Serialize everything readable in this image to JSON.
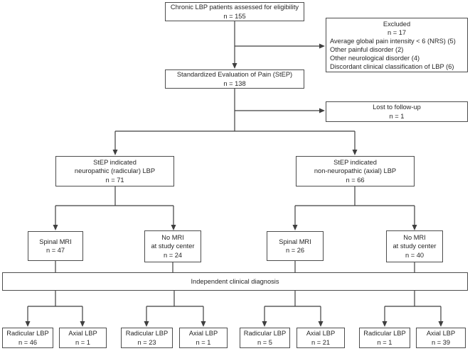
{
  "colors": {
    "line": "#3f3f3f",
    "border": "#4d4d4d",
    "background": "#ffffff",
    "text": "#262626"
  },
  "nodes": {
    "eligibility": {
      "lines": [
        "Chronic LBP patients assessed for eligibility",
        "n = 155"
      ]
    },
    "excluded": {
      "title": "Excluded",
      "count": "n = 17",
      "reasons": [
        "Average global pain intensity < 6 (NRS) (5)",
        "Other painful disorder (2)",
        "Other neurological disorder (4)",
        "Discordant clinical classification of LBP (6)"
      ]
    },
    "step": {
      "lines": [
        "Standardized Evaluation of Pain (StEP)",
        "n = 138"
      ]
    },
    "lost": {
      "lines": [
        "Lost to follow-up",
        "n = 1"
      ]
    },
    "branch_radicular": {
      "lines": [
        "StEP indicated",
        "neuropathic (radicular) LBP",
        "n = 71"
      ]
    },
    "branch_axial": {
      "lines": [
        "StEP indicated",
        "non-neuropathic (axial) LBP",
        "n = 66"
      ]
    },
    "mri_radicular": {
      "lines": [
        "Spinal MRI",
        "n = 47"
      ]
    },
    "nomri_radicular": {
      "lines": [
        "No MRI",
        "at study center",
        "n = 24"
      ]
    },
    "mri_axial": {
      "lines": [
        "Spinal MRI",
        "n = 26"
      ]
    },
    "nomri_axial": {
      "lines": [
        "No MRI",
        "at study center",
        "n = 40"
      ]
    },
    "diagnosis": {
      "label": "Independent clinical diagnosis"
    },
    "outcomes": [
      {
        "label": "Radicular LBP",
        "count": "n = 46"
      },
      {
        "label": "Axial LBP",
        "count": "n = 1"
      },
      {
        "label": "Radicular LBP",
        "count": "n = 23"
      },
      {
        "label": "Axial LBP",
        "count": "n = 1"
      },
      {
        "label": "Radicular LBP",
        "count": "n = 5"
      },
      {
        "label": "Axial LBP",
        "count": "n = 21"
      },
      {
        "label": "Radicular LBP",
        "count": "n = 1"
      },
      {
        "label": "Axial LBP",
        "count": "n = 39"
      }
    ]
  }
}
